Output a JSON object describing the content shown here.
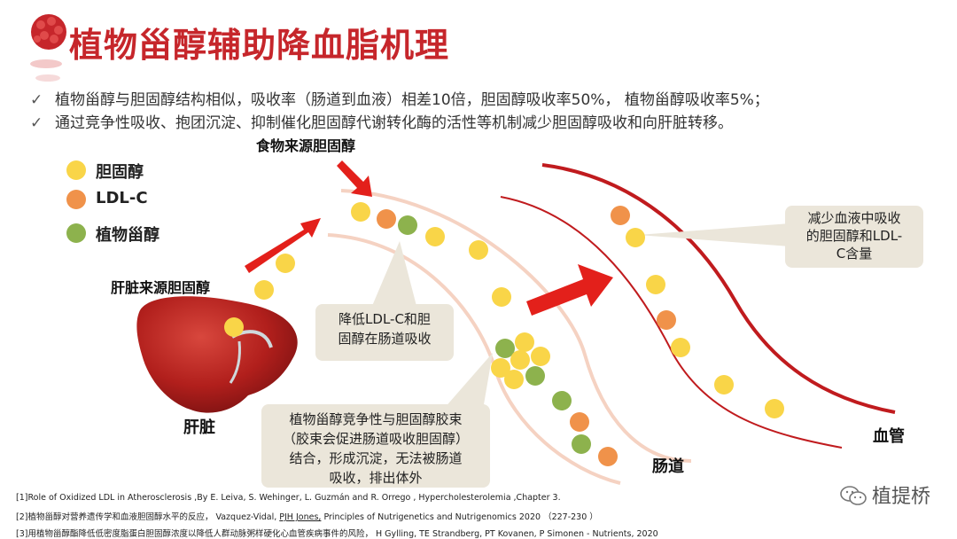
{
  "title": "植物甾醇辅助降血脂机理",
  "bullets": [
    "植物甾醇与胆固醇结构相似，吸收率（肠道到血液）相差10倍，胆固醇吸收率50%，  植物甾醇吸收率5%；",
    "通过竞争性吸收、抱团沉淀、抑制催化胆固醇代谢转化酶的活性等机制减少胆固醇吸收和向肝脏转移。"
  ],
  "bullet_mark": "✓",
  "legend": [
    {
      "label": "胆固醇",
      "color": "#f9d548"
    },
    {
      "label": "LDL-C",
      "color": "#f0924a"
    },
    {
      "label": "植物甾醇",
      "color": "#8db24d"
    }
  ],
  "labels": {
    "food_source": "食物来源胆固醇",
    "liver_source": "肝脏来源胆固醇",
    "liver": "肝脏",
    "intestine": "肠道",
    "blood_vessel": "血管"
  },
  "callouts": {
    "reduce_ldl": [
      "降低LDL-C和胆",
      "固醇在肠道吸收"
    ],
    "reduce_blood": [
      "减少血液中吸收",
      "的胆固醇和LDL-",
      "C含量"
    ],
    "competitive": [
      "植物甾醇竞争性与胆固醇胶束",
      "（胶束会促进肠道吸收胆固醇）",
      "结合，形成沉淀，无法被肠道",
      "吸收，排出体外"
    ]
  },
  "references": [
    {
      "pre": "[1]Role of Oxidized LDL in Atherosclerosis ,By E. Leiva, S. Wehinger, L. Guzmán and R. Orrego , Hypercholesterolemia ,Chapter 3.",
      "u": "",
      "post": ""
    },
    {
      "pre": "[2]植物甾醇对营养遗传学和血液胆固醇水平的反应，  Vazquez-Vidal, ",
      "u": "PJH Jones,",
      "post": "   Principles of Nutrigenetics and Nutrigenomics 2020  （227-230 ）"
    },
    {
      "pre": "[3]用植物甾醇酯降低低密度脂蛋白胆固醇浓度以降低人群动脉粥样硬化心血管疾病事件的风险，   H Gylling, TE Strandberg, PT Kovanen, P Simonen - Nutrients, 2020",
      "u": "",
      "post": ""
    }
  ],
  "watermark": "植提桥",
  "colors": {
    "title": "#c6262b",
    "cholesterol": "#f9d548",
    "ldl": "#f0924a",
    "phytosterol": "#8db24d",
    "arrow": "#e3201b",
    "vessel": "#c01b1e",
    "intestine": "#f5d2c2",
    "callout_bg": "#ebe6da",
    "liver": "#b11f1c"
  }
}
